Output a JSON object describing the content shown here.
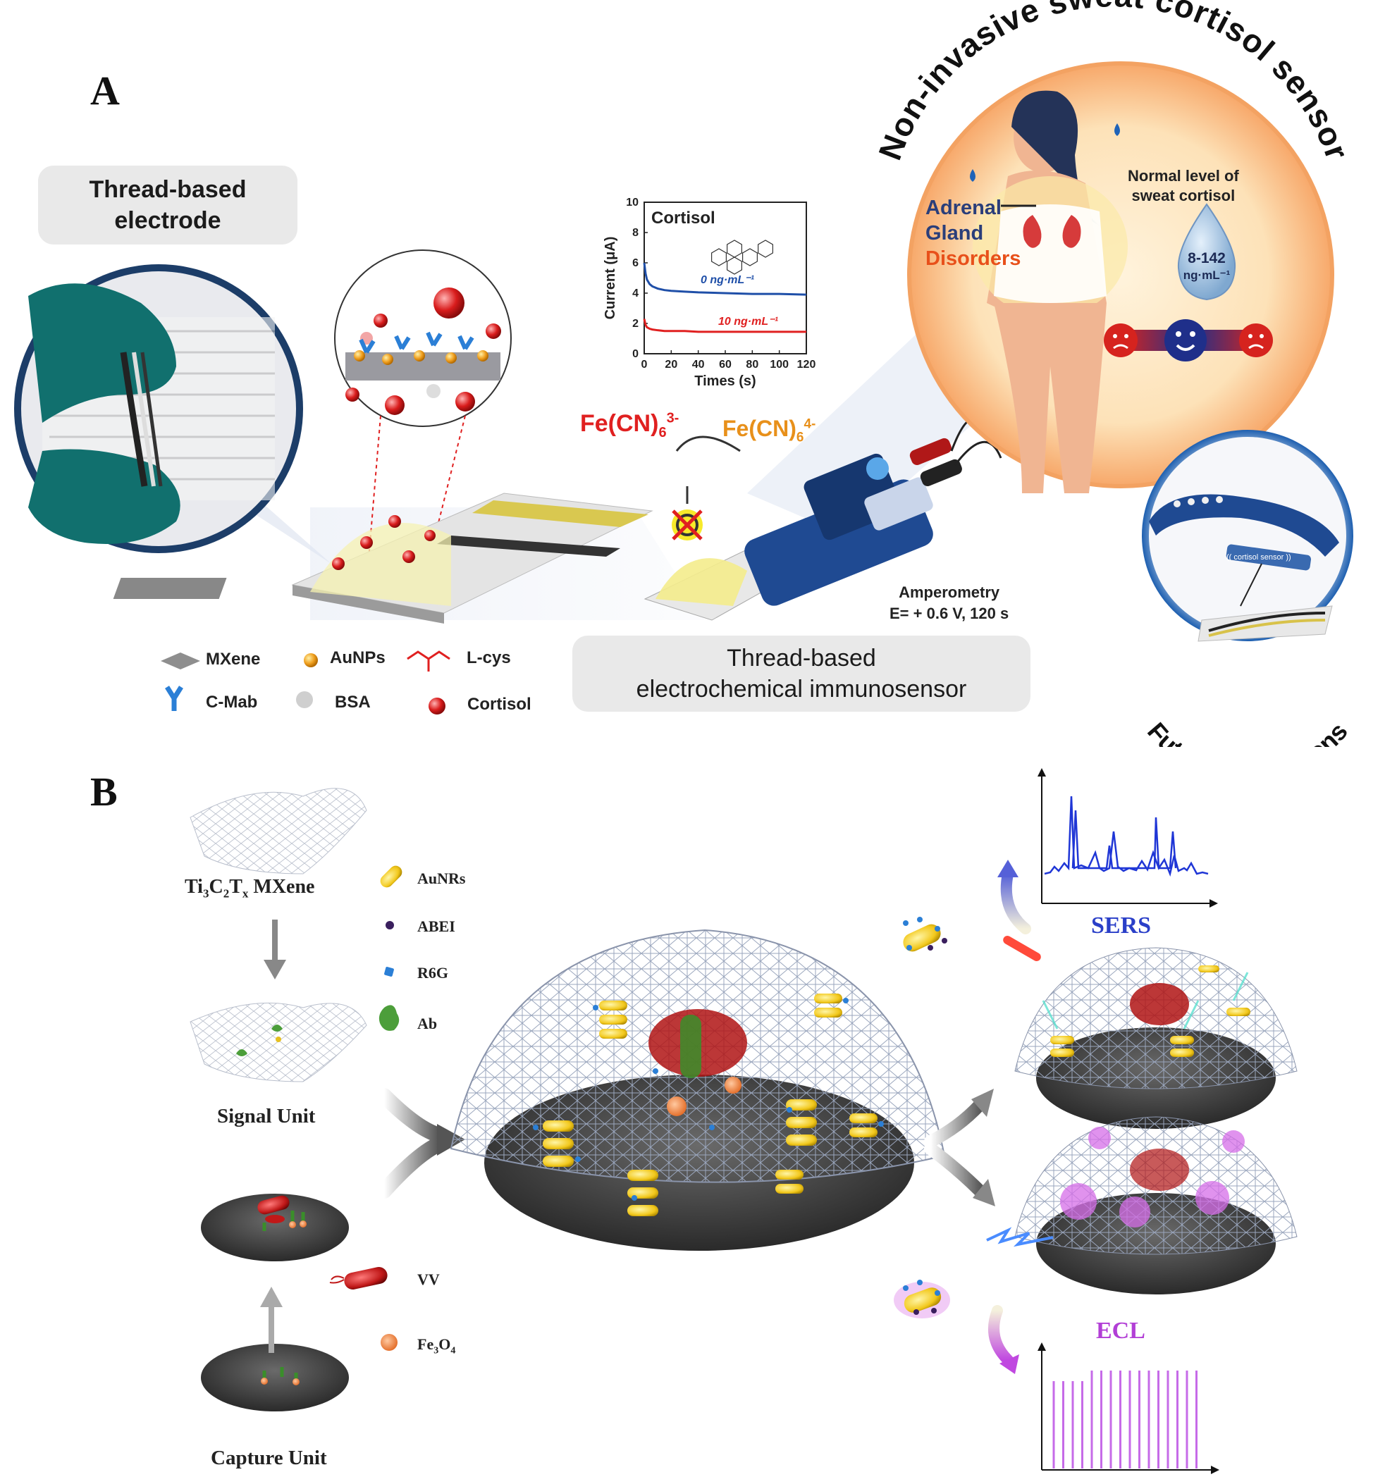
{
  "panelA": {
    "letter": "A",
    "thread_electrode_label": "Thread-based\nelectrode",
    "immunosensor_label": "Thread-based\nelectrochemical immunosensor",
    "amperometry": "Amperometry",
    "potential": "E= + 0.6 V, 120 s",
    "redox_ox": "Fe(CN)",
    "redox_ox_sub": "6",
    "redox_ox_sup": "3-",
    "redox_red": "Fe(CN)",
    "redox_red_sub": "6",
    "redox_red_sup": "4-",
    "circle_title": "Non-invasive sweat cortisol sensor",
    "adrenal_1": "Adrenal",
    "adrenal_2": "Gland",
    "adrenal_3": "Disorders",
    "normal_level_1": "Normal level of",
    "normal_level_2": "sweat cortisol",
    "drop_range": "8-142",
    "drop_unit": "ng·mL⁻¹",
    "future": "Future applications",
    "band_label": "(( cortisol sensor ))",
    "legend": [
      {
        "label": "MXene",
        "icon": "mxene-icon"
      },
      {
        "label": "AuNPs",
        "icon": "aunp-icon"
      },
      {
        "label": "L-cys",
        "icon": "lcys-icon"
      },
      {
        "label": "C-Mab",
        "icon": "antibody-icon"
      },
      {
        "label": "BSA",
        "icon": "bsa-icon"
      },
      {
        "label": "Cortisol",
        "icon": "cortisol-icon"
      }
    ],
    "colors": {
      "red": "#e02020",
      "orange": "#e8901a",
      "blue": "#1f4fa8",
      "navy": "#2a3e7a"
    }
  },
  "chart_data": {
    "type": "line",
    "title": "Cortisol",
    "xlabel": "Times (s)",
    "ylabel": "Current (μA)",
    "xlim": [
      0,
      120
    ],
    "ylim": [
      0,
      10
    ],
    "xticks": [
      0,
      20,
      40,
      60,
      80,
      100,
      120
    ],
    "yticks": [
      0,
      2,
      4,
      6,
      8,
      10
    ],
    "series": [
      {
        "name": "0 ng·mL⁻¹",
        "color": "#1f4fa8",
        "x": [
          0,
          1,
          2,
          4,
          6,
          10,
          15,
          20,
          30,
          40,
          60,
          80,
          100,
          120
        ],
        "y": [
          6.0,
          5.3,
          4.9,
          4.6,
          4.45,
          4.3,
          4.2,
          4.15,
          4.1,
          4.05,
          4.0,
          3.95,
          3.95,
          3.9
        ]
      },
      {
        "name": "10 ng·mL⁻¹",
        "color": "#e02020",
        "x": [
          0,
          1,
          2,
          4,
          6,
          10,
          15,
          20,
          30,
          40,
          60,
          80,
          100,
          120
        ],
        "y": [
          2.3,
          1.9,
          1.75,
          1.65,
          1.6,
          1.55,
          1.5,
          1.5,
          1.5,
          1.45,
          1.45,
          1.45,
          1.45,
          1.45
        ]
      }
    ]
  },
  "panelB": {
    "letter": "B",
    "mxene_label_main": "Ti",
    "mxene_sub1": "3",
    "mxene_c": "C",
    "mxene_sub2": "2",
    "mxene_t": "T",
    "mxene_sub3": "x",
    "mxene_suffix": " MXene",
    "signal_unit": "Signal Unit",
    "capture_unit": "Capture Unit",
    "sers": "SERS",
    "ecl": "ECL",
    "legend": [
      {
        "label": "AuNRs",
        "icon": "aunr-icon"
      },
      {
        "label": "ABEI",
        "icon": "abei-icon"
      },
      {
        "label": "R6G",
        "icon": "r6g-icon"
      },
      {
        "label": "Ab",
        "icon": "ab-icon"
      },
      {
        "label": "VV",
        "icon": "bacteria-icon"
      },
      {
        "label": "Fe",
        "sub1": "3",
        "mid": "O",
        "sub2": "4",
        "icon": "fe3o4-icon"
      }
    ],
    "colors": {
      "sers": "#2a3fc8",
      "ecl": "#b23fd6"
    }
  }
}
